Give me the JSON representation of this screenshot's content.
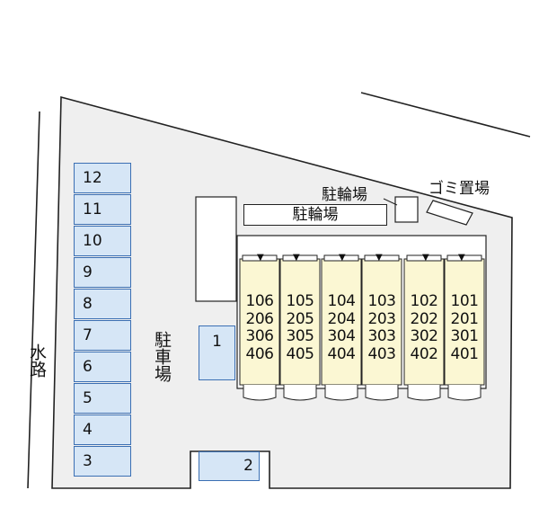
{
  "labels": {
    "waterway": "水路",
    "parking": "駐車場",
    "bike_parking_top": "駐輪場",
    "bike_parking_box": "駐輪場",
    "garbage": "ゴミ置場"
  },
  "parking_left": [
    {
      "num": "12"
    },
    {
      "num": "11"
    },
    {
      "num": "10"
    },
    {
      "num": "9"
    },
    {
      "num": "8"
    },
    {
      "num": "7"
    },
    {
      "num": "6"
    },
    {
      "num": "5"
    },
    {
      "num": "4"
    },
    {
      "num": "3"
    }
  ],
  "parking_side": [
    {
      "num": "1"
    },
    {
      "num": "2"
    }
  ],
  "units": [
    {
      "r1": "106",
      "r2": "206",
      "r3": "306",
      "r4": "406"
    },
    {
      "r1": "105",
      "r2": "205",
      "r3": "305",
      "r4": "405"
    },
    {
      "r1": "104",
      "r2": "204",
      "r3": "304",
      "r4": "404"
    },
    {
      "r1": "103",
      "r2": "203",
      "r3": "303",
      "r4": "403"
    },
    {
      "r1": "102",
      "r2": "202",
      "r3": "302",
      "r4": "402"
    },
    {
      "r1": "101",
      "r2": "201",
      "r3": "301",
      "r4": "401"
    }
  ],
  "entrance_marker": "▼",
  "colors": {
    "lot": "#efefef",
    "parking_fill": "#d6e6f6",
    "parking_border": "#3b6fb3",
    "building": "#fbf7d3"
  }
}
